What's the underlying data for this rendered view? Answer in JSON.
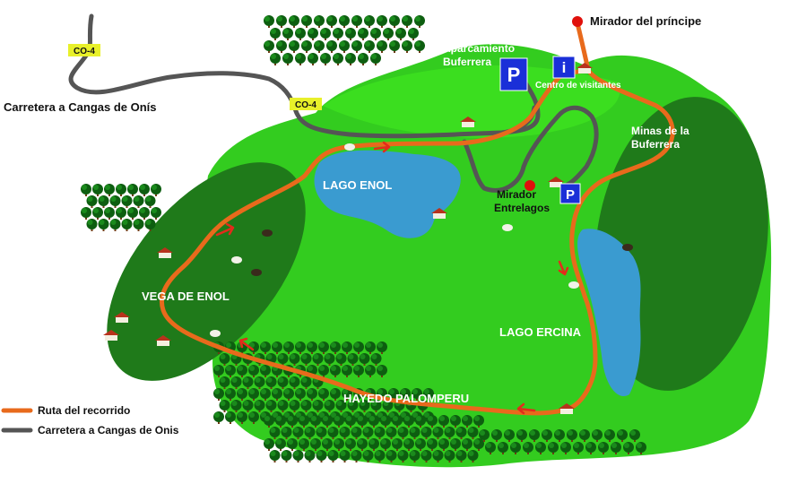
{
  "map": {
    "labels": {
      "mirador_principe": "Mirador del príncipe",
      "aparcamiento_line1": "Aparcamiento",
      "aparcamiento_line2": "Buferrera",
      "centro_visitantes": "Centro de visitantes",
      "minas_line1": "Minas de la",
      "minas_line2": "Buferrera",
      "lago_enol": "LAGO ENOL",
      "mirador_entrelagos_line1": "Mirador",
      "mirador_entrelagos_line2": "Entrelagos",
      "vega_enol": "VEGA DE ENOL",
      "lago_ercina": "LAGO ERCINA",
      "hayedo": "HAYEDO PALOMPERU",
      "carretera": "Carretera a Cangas de Onís"
    },
    "road_signs": [
      "CO-4",
      "CO-4"
    ],
    "parking_letter": "P",
    "info_letter": "i",
    "legend": {
      "route_label": "Ruta del recorrido",
      "road_label": "Carretera a Cangas de Onis"
    },
    "colors": {
      "meadow": "#33cc1f",
      "light_meadow": "#3ee61f",
      "forest_zone": "#1f7a1a",
      "lake": "#3a9bd0",
      "route": "#e86a1c",
      "road": "#555555",
      "sign_yellow": "#e8f02a",
      "parking_blue": "#1a2fd8",
      "viewpoint_red": "#e0100b",
      "arrow": "#e42b1b"
    }
  }
}
